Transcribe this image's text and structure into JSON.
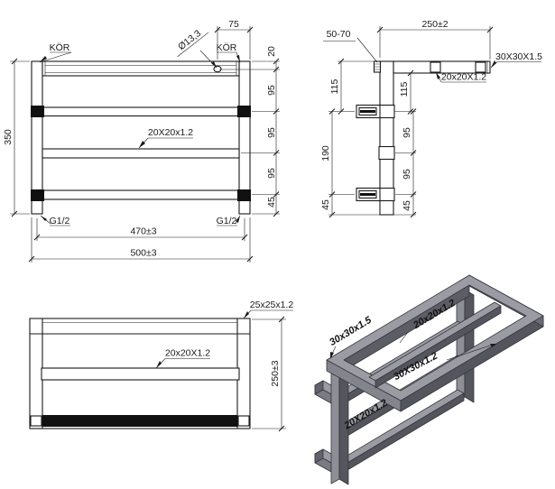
{
  "front_view": {
    "kor_left": "KÖR",
    "kor_right": "KÖR",
    "hole_dia": "Ø13,3",
    "bar_label": "20X20x1.2",
    "g_left": "G1/2",
    "g_right": "G1/2",
    "d75": "75",
    "d20": "20",
    "d95a": "95",
    "d95b": "95",
    "d95c": "95",
    "d45": "45",
    "d350": "350",
    "d470": "470±3",
    "d500": "500±3"
  },
  "side_view": {
    "d5070": "50-70",
    "d250": "250±2",
    "t30": "30X30X1.5",
    "t20": "20x20X1.2",
    "d115l": "115",
    "d115i": "115",
    "d190": "190",
    "d45l": "45",
    "d95a": "95",
    "d95b": "95",
    "d45r": "45"
  },
  "top_view": {
    "t25": "25x25x1.2",
    "t20": "20x20X1.2",
    "d250": "250±3"
  },
  "iso_view": {
    "l1": "30x30x1.5",
    "l2": "20x20x1.2",
    "l3": "30X30x1.2",
    "l4": "20X20x1.2"
  },
  "colors": {
    "line": "#1a1a1a",
    "iso_top": "#9b9ba3",
    "iso_side_dark": "#55555e",
    "iso_side_mid": "#7a7a83",
    "iso_light": "#8e8e96",
    "iso_end": "#62626b",
    "background": "#ffffff"
  }
}
